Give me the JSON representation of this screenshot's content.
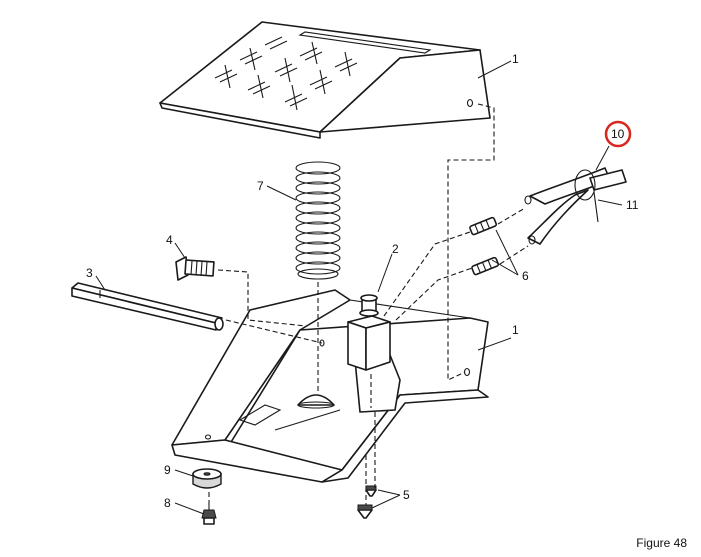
{
  "figure": {
    "caption": "Figure 48"
  },
  "callouts": {
    "c1_top": "1",
    "c1_bottom": "1",
    "c2": "2",
    "c3": "3",
    "c4": "4",
    "c5": "5",
    "c6": "6",
    "c7": "7",
    "c8": "8",
    "c9": "9",
    "c10": "10",
    "c11": "11"
  },
  "colors": {
    "line": "#1a1a1a",
    "highlight_circle": "#d9261c",
    "background": "#ffffff"
  }
}
